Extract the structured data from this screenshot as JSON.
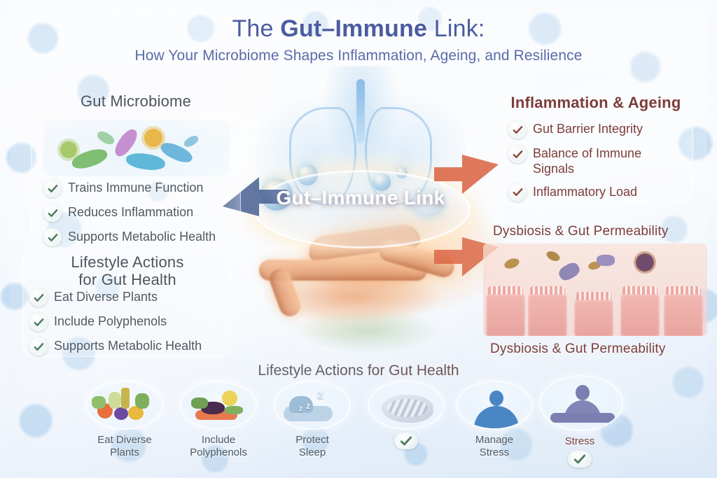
{
  "header": {
    "title_pre": "The ",
    "title_bold": "Gut–Immune",
    "title_post": " Link:",
    "subtitle": "How Your Microbiome Shapes Inflammation, Ageing, and Resilience"
  },
  "center": {
    "badge_label": "Gut–Immune Link"
  },
  "panels": {
    "microbiome": {
      "title": "Gut Microbiome",
      "bullets": [
        "Trains Immune Function",
        "Reduces Inflammation",
        "Supports Metabolic Health"
      ]
    },
    "lifestyle": {
      "title_line1": "Lifestyle Actions",
      "title_line2": "for Gut Health",
      "bullets": [
        "Eat Diverse Plants",
        "Include Polyphenols",
        "Supports Metabolic Health"
      ]
    },
    "inflammation": {
      "title": "Inflammation & Ageing",
      "bullets": [
        "Gut Barrier Integrity",
        "Balance of Immune Signals",
        "Inflammatory Load"
      ]
    }
  },
  "dysbiosis": {
    "caption_top": "Dysbiosis & Gut Permeability",
    "caption_bottom": "Dysbiosis & Gut Permeability"
  },
  "strip": {
    "title": "Lifestyle Actions for Gut Health",
    "items": [
      {
        "label": "Eat Diverse\nPlants",
        "icon": "fruits-vegetables-oil-icon",
        "has_check": false
      },
      {
        "label": "Include\nPolyphenols",
        "icon": "berries-salmon-vegetables-icon",
        "has_check": false
      },
      {
        "label": "Protect\nSleep",
        "icon": "sleep-zzz-icon",
        "has_check": false
      },
      {
        "label": "",
        "icon": "brain-icon",
        "has_check": true
      },
      {
        "label": "Manage\nStress",
        "icon": "calm-figure-icon",
        "has_check": false
      },
      {
        "label": "Stress",
        "icon": "meditating-figure-icon",
        "has_check": true
      }
    ]
  },
  "colors": {
    "title_blue": "#4b5ca0",
    "subtitle_blue": "#5b6aa8",
    "cool_text": "#4f5961",
    "warm_text": "#7b3d3a",
    "check_green": "#4f7a5e",
    "check_brown": "#8c4a3f",
    "arrow_blue": "#3f5a8f",
    "arrow_orange": "#d9603f"
  }
}
